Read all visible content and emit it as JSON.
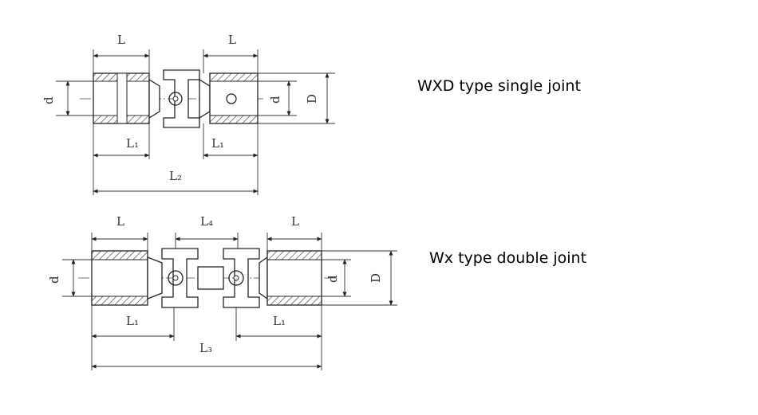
{
  "captions": {
    "single": "WXD type single joint",
    "double": "Wx type double joint"
  },
  "single_joint_labels": {
    "L_left": "L",
    "L_right": "L",
    "d_left": "d",
    "d_right": "d",
    "D": "D",
    "L1_left": "L₁",
    "L1_right": "L₁",
    "L2": "L₂"
  },
  "double_joint_labels": {
    "L_left": "L",
    "L4": "L₄",
    "L_right": "L",
    "d_left": "d",
    "d_right": "d",
    "D": "D",
    "L1_left": "L₁",
    "L1_right": "L₁",
    "L3": "L₃"
  },
  "colors": {
    "line": "#222222",
    "background": "#ffffff"
  }
}
